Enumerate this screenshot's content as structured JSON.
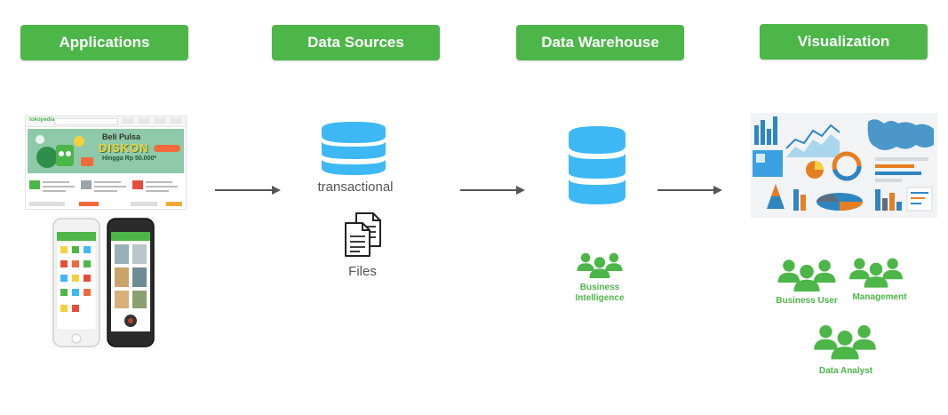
{
  "stages": [
    {
      "id": "applications",
      "label": "Applications"
    },
    {
      "id": "data-sources",
      "label": "Data Sources"
    },
    {
      "id": "data-warehouse",
      "label": "Data Warehouse"
    },
    {
      "id": "visualization",
      "label": "Visualization"
    }
  ],
  "applications": {
    "website": {
      "logo": "tokopedia",
      "banner_line1": "Beli Pulsa",
      "banner_line2": "DISKON",
      "banner_line3": "Hingga Rp 50.000*"
    }
  },
  "data_sources": {
    "database_label": "transactional",
    "files_label": "Files"
  },
  "data_warehouse": {
    "role": {
      "line1": "Business",
      "line2": "Intelligence"
    }
  },
  "visualization": {
    "roles": [
      {
        "label": "Business User"
      },
      {
        "label": "Management"
      },
      {
        "label": "Data Analyst"
      }
    ]
  },
  "colors": {
    "accent_green": "#4cb648",
    "database_blue": "#3db8f5",
    "arrow_gray": "#555555"
  },
  "icons": [
    "database-icon",
    "files-icon",
    "people-group-icon"
  ]
}
